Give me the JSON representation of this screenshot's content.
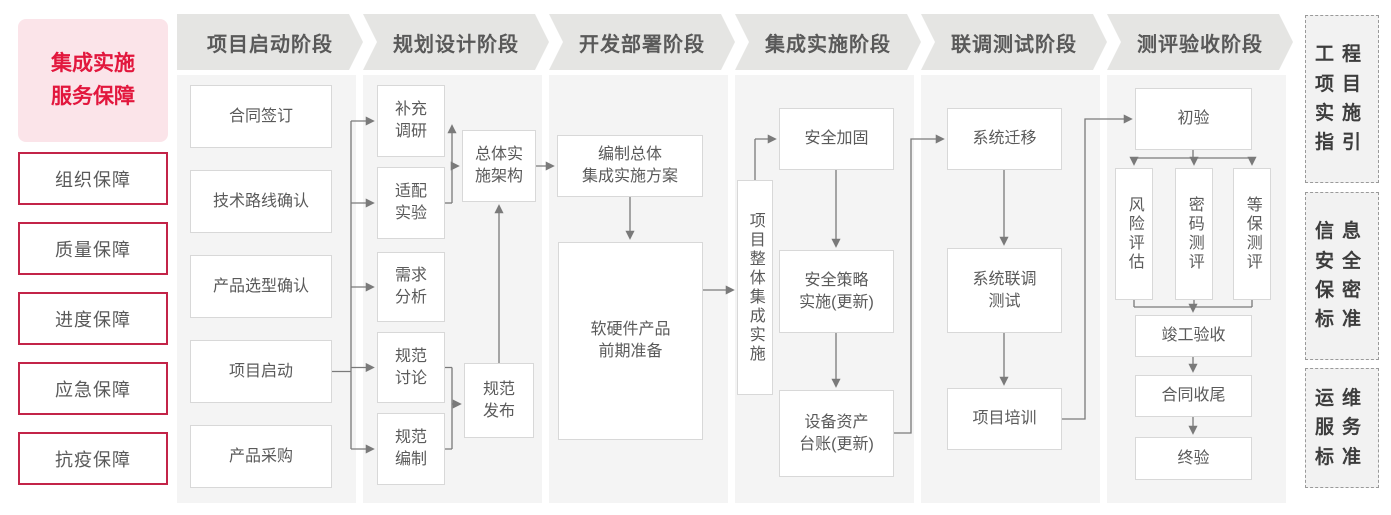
{
  "sidebar": {
    "title": "集成实施\n服务保障",
    "items": [
      "组织保障",
      "质量保障",
      "进度保障",
      "应急保障",
      "抗疫保障"
    ]
  },
  "columns": [
    {
      "header": "项目启动阶段",
      "boxes": [
        "合同签订",
        "技术路线确认",
        "产品选型确认",
        "项目启动",
        "产品采购"
      ]
    },
    {
      "header": "规划设计阶段",
      "boxes": [
        "补充\n调研",
        "适配\n实验",
        "需求\n分析",
        "规范\n讨论",
        "规范\n编制",
        "总体实\n施架构",
        "规范\n发布"
      ]
    },
    {
      "header": "开发部署阶段",
      "boxes": [
        "编制总体\n集成实施方案",
        "软硬件产品\n前期准备"
      ]
    },
    {
      "header": "集成实施阶段",
      "boxes": [
        "项目整体集成实施",
        "安全加固",
        "安全策略\n实施(更新)",
        "设备资产\n台账(更新)"
      ]
    },
    {
      "header": "联调测试阶段",
      "boxes": [
        "系统迁移",
        "系统联调\n测试",
        "项目培训"
      ]
    },
    {
      "header": "测评验收阶段",
      "boxes": [
        "初验",
        "风险评估",
        "密码测评",
        "等保测评",
        "竣工验收",
        "合同收尾",
        "终验"
      ]
    }
  ],
  "standards": [
    "工程项目实施指引",
    "信息安全保密标准",
    "运维服务标准"
  ],
  "colors": {
    "accent_red": "#e2173d",
    "border_red": "#c32448",
    "pink_bg": "#fbe4e9",
    "header_gray": "#e5e5e3",
    "panel_gray": "#f4f4f4",
    "box_border": "#d8d8d8",
    "text_gray": "#595959",
    "line_gray": "#7a7a7a"
  }
}
